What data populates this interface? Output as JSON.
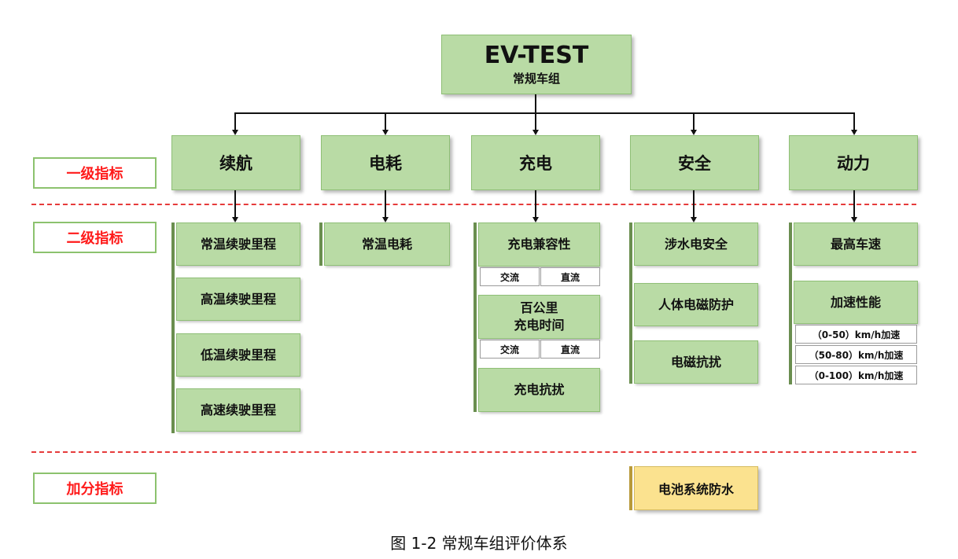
{
  "root": {
    "title": "EV-TEST",
    "subtitle": "常规车组"
  },
  "levels": {
    "level1": "一级指标",
    "level2": "二级指标",
    "bonus": "加分指标"
  },
  "categories": [
    {
      "name": "续航",
      "items": [
        "常温续驶里程",
        "高温续驶里程",
        "低温续驶里程",
        "高速续驶里程"
      ]
    },
    {
      "name": "电耗",
      "items": [
        "常温电耗"
      ]
    },
    {
      "name": "充电",
      "items": [
        {
          "label": "充电兼容性",
          "sub": [
            "交流",
            "直流"
          ]
        },
        {
          "label_line1": "百公里",
          "label_line2": "充电时间",
          "sub": [
            "交流",
            "直流"
          ]
        },
        {
          "label": "充电抗扰"
        }
      ]
    },
    {
      "name": "安全",
      "items": [
        "涉水电安全",
        "人体电磁防护",
        "电磁抗扰"
      ]
    },
    {
      "name": "动力",
      "items": [
        {
          "label": "最高车速"
        },
        {
          "label": "加速性能",
          "sub": [
            "（0-50）km/h加速",
            "（50-80）km/h加速",
            "（0-100）km/h加速"
          ]
        }
      ]
    }
  ],
  "bonus_item": "电池系统防水",
  "caption": "图 1-2  常规车组评价体系",
  "colors": {
    "box_green": "#b9dba5",
    "box_yellow": "#fbe28f",
    "label_red": "#ff1a1a",
    "dash_red": "#e63b3b",
    "bar_green": "#6a8e4f"
  }
}
